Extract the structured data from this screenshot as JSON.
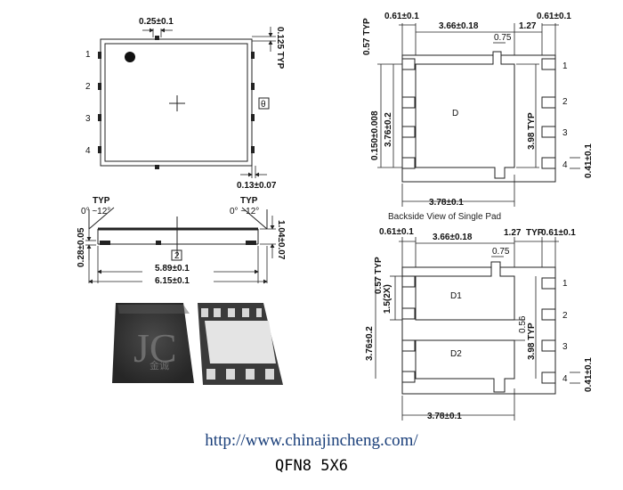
{
  "top_view": {
    "pin_labels": [
      "1",
      "2",
      "3",
      "4"
    ],
    "dim_tab_width": "0.25±0.1",
    "dim_tab_height": "0.125 TYP",
    "dim_edge": "0.13±0.07",
    "theta_symbol": "θ"
  },
  "side_view": {
    "angle_left_typ": "TYP",
    "angle_left": "0° ~12°",
    "angle_right_typ": "TYP",
    "angle_right": "0° ~12°",
    "dim_standoff": "0.28±0.05",
    "dim_height": "1.04±0.07",
    "callout": "2",
    "dim_body": "5.89±0.1",
    "dim_overall": "6.15±0.1"
  },
  "bottom_view": {
    "dim_top_left": "0.61±0.1",
    "dim_top_mid": "3.66±0.18",
    "dim_top_right": "0.61±0.1",
    "dim_tab": "0.75",
    "dim_gap": "1.27",
    "dim_side_top": "0.57 TYP",
    "dim_pitch_text": "0.150±0.008",
    "dim_pad_h": "3.76±0.2",
    "pad_label": "D",
    "dim_right_typ": "3.98 TYP",
    "dim_pin_w": "0.41±0.1",
    "dim_bottom": "3.78±0.1",
    "pin_labels": [
      "1",
      "2",
      "3",
      "4"
    ]
  },
  "caption_single": "Backside View of Single Pad",
  "dual_view": {
    "dim_top_left": "0.61±0.1",
    "dim_top_mid": "3.66±0.18",
    "dim_gap": "1.27",
    "dim_typ": "TYP",
    "dim_top_right": "0.61±0.1",
    "dim_tab": "0.75",
    "dim_side_top": "0.57 TYP",
    "dim_d1_h": "1.5(2X)",
    "dim_total_h": "3.76±0.2",
    "pad1_label": "D1",
    "pad2_label": "D2",
    "dim_split": "0.56",
    "dim_right_typ": "3.98 TYP",
    "dim_pin_w": "0.41±0.1",
    "dim_bottom": "3.78±0.1",
    "pin_labels": [
      "1",
      "2",
      "3",
      "4"
    ]
  },
  "photo": {
    "logo_text": "JC",
    "logo_sub": "金诚"
  },
  "url": "http://www.chinajincheng.com/",
  "package_name": "QFN8 5X6"
}
